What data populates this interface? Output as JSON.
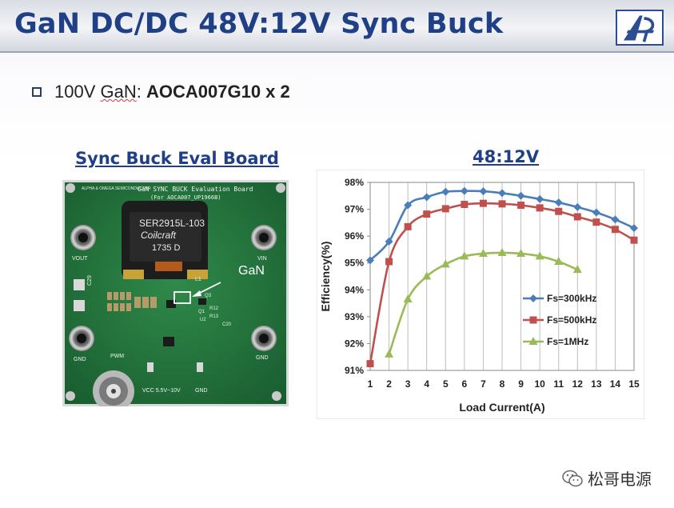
{
  "slide": {
    "title": "GaN DC/DC 48V:12V Sync Buck",
    "bullet": {
      "pre": "100V ",
      "squiggle": "GaN",
      "colon": ": ",
      "strong": "AOCA007G10 x 2"
    }
  },
  "board": {
    "heading": "Sync Buck Eval Board",
    "silkscreen": {
      "company": "ALPHA & OMEGA SEMICONDUCTOR",
      "board_title": "GaN SYNC BUCK Evaluation Board",
      "board_subtitle": "(For AOCA007_UP1966B)",
      "inductor_line1": "SER2915L-103",
      "inductor_line2": "Coilcraft",
      "inductor_line3": "1735 D",
      "vout": "VOUT",
      "vin": "VIN",
      "gnd_left": "GND",
      "gnd_right": "GND",
      "pwm": "PWM",
      "vcc": "VCC 5.5V~10V",
      "gnd_bottom": "GND",
      "c29": "C29",
      "l1": "L1"
    },
    "callout": "GaN"
  },
  "chart_heading": "48:12V",
  "chart_data": {
    "type": "line",
    "xlabel": "Load Current(A)",
    "ylabel": "Efficiency(%)",
    "x_ticks": [
      "1",
      "2",
      "3",
      "4",
      "5",
      "6",
      "7",
      "8",
      "9",
      "10",
      "11",
      "12",
      "13",
      "14",
      "15"
    ],
    "y_ticks": [
      "91%",
      "92%",
      "93%",
      "94%",
      "95%",
      "96%",
      "97%",
      "98%"
    ],
    "xlim": [
      1,
      15
    ],
    "ylim": [
      91,
      98
    ],
    "grid": "vertical",
    "legend_position": "right",
    "series": [
      {
        "name": "Fs=300kHz",
        "color": "#4a7ebb",
        "marker": "diamond",
        "x": [
          1,
          2,
          3,
          4,
          5,
          6,
          7,
          8,
          9,
          10,
          11,
          12,
          13,
          14,
          15
        ],
        "values": [
          95.1,
          95.8,
          97.15,
          97.45,
          97.65,
          97.68,
          97.67,
          97.6,
          97.5,
          97.38,
          97.25,
          97.08,
          96.88,
          96.62,
          96.3
        ]
      },
      {
        "name": "Fs=500kHz",
        "color": "#c0504d",
        "marker": "square",
        "x": [
          1,
          2,
          3,
          4,
          5,
          6,
          7,
          8,
          9,
          10,
          11,
          12,
          13,
          14,
          15
        ],
        "values": [
          91.25,
          95.05,
          96.35,
          96.82,
          97.02,
          97.18,
          97.22,
          97.2,
          97.15,
          97.05,
          96.92,
          96.72,
          96.52,
          96.25,
          95.85
        ]
      },
      {
        "name": "Fs=1MHz",
        "color": "#9bbb59",
        "marker": "triangle",
        "x": [
          2,
          3,
          4,
          5,
          6,
          7,
          8,
          9,
          10,
          11,
          12
        ],
        "values": [
          91.6,
          93.65,
          94.5,
          94.95,
          95.25,
          95.35,
          95.38,
          95.35,
          95.25,
          95.05,
          94.75
        ]
      }
    ]
  },
  "watermark": {
    "text": "松哥电源"
  }
}
